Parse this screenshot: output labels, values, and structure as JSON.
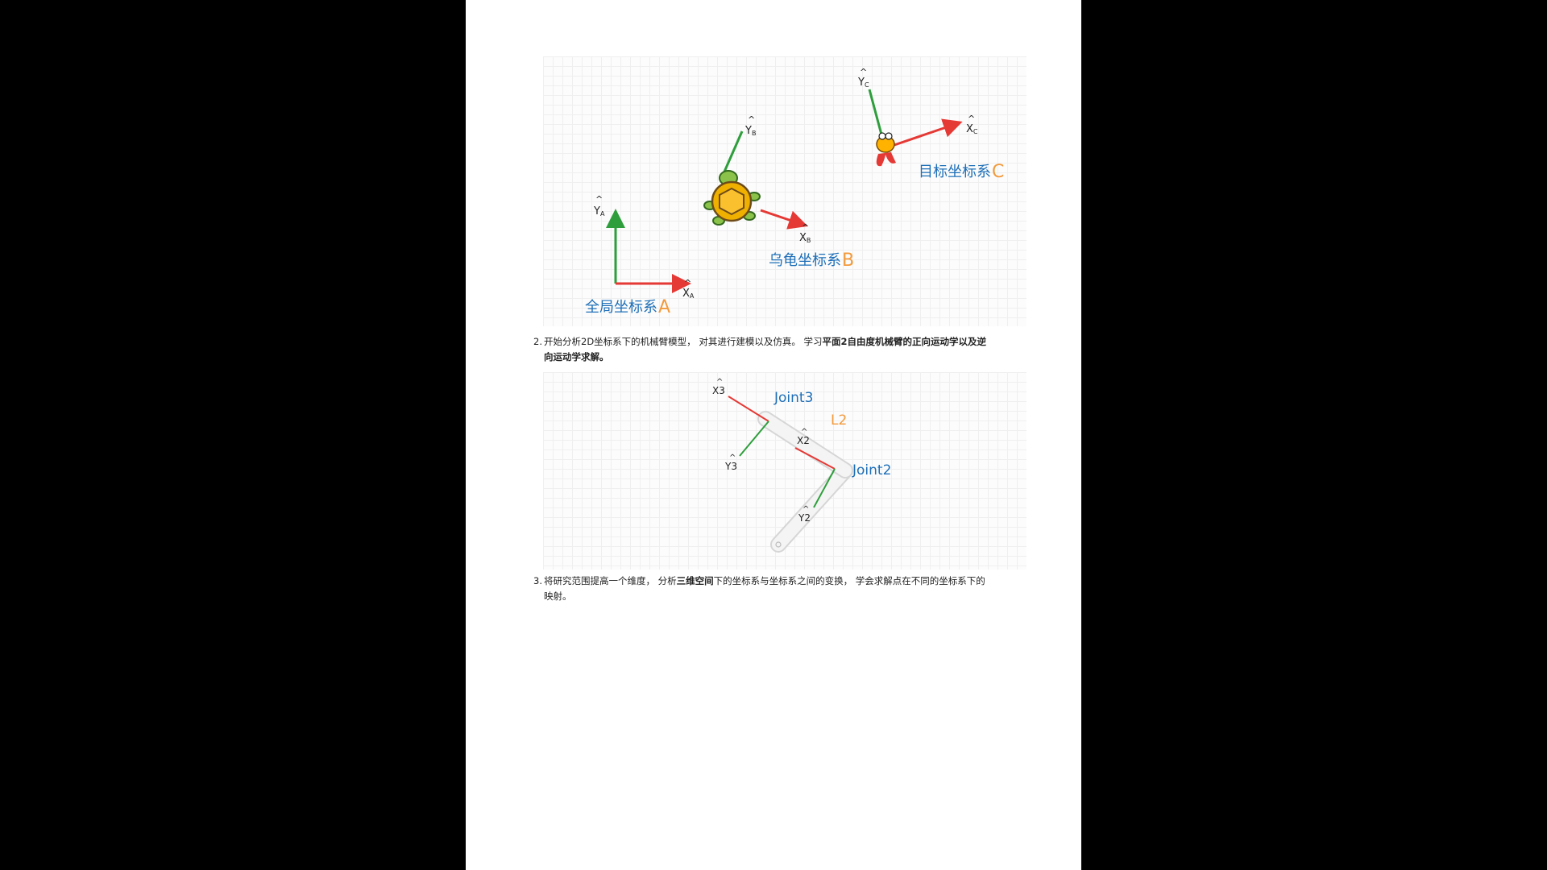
{
  "figure1": {
    "frame_a": {
      "x_label": "X",
      "x_sub": "A",
      "y_label": "Y",
      "y_sub": "A",
      "name_text": "全局坐标系",
      "name_letter": "A"
    },
    "frame_b": {
      "x_label": "X",
      "x_sub": "B",
      "y_label": "Y",
      "y_sub": "B",
      "name_text": "乌龟坐标系",
      "name_letter": "B"
    },
    "frame_c": {
      "x_label": "X",
      "x_sub": "C",
      "y_label": "Y",
      "y_sub": "C",
      "name_text": "目标坐标系",
      "name_letter": "C"
    },
    "colors": {
      "x_axis": "#e53935",
      "y_axis": "#2e9e3c",
      "name_blue": "#1e6fb8",
      "name_orange": "#f29a3c"
    }
  },
  "item2": {
    "number": "2.",
    "text_plain": "开始分析2D坐标系下的机械臂模型， 对其进行建模以及仿真。 学习",
    "text_bold_line1": "平面2自由度机械臂的正向运动学以及逆",
    "text_bold_line2": "向运动学求解。"
  },
  "figure2": {
    "x3": "X3",
    "y3": "Y3",
    "x2": "X2",
    "y2": "Y2",
    "joint3": "Joint3",
    "joint2": "Joint2",
    "link": "L2"
  },
  "item3": {
    "number": "3.",
    "text_a": "将研究范围提高一个维度， 分析",
    "text_bold": "三维空间",
    "text_b": "下的坐标系与坐标系之间的变换， 学会求解点在不同的坐标系下的",
    "text_line2": "映射。"
  }
}
